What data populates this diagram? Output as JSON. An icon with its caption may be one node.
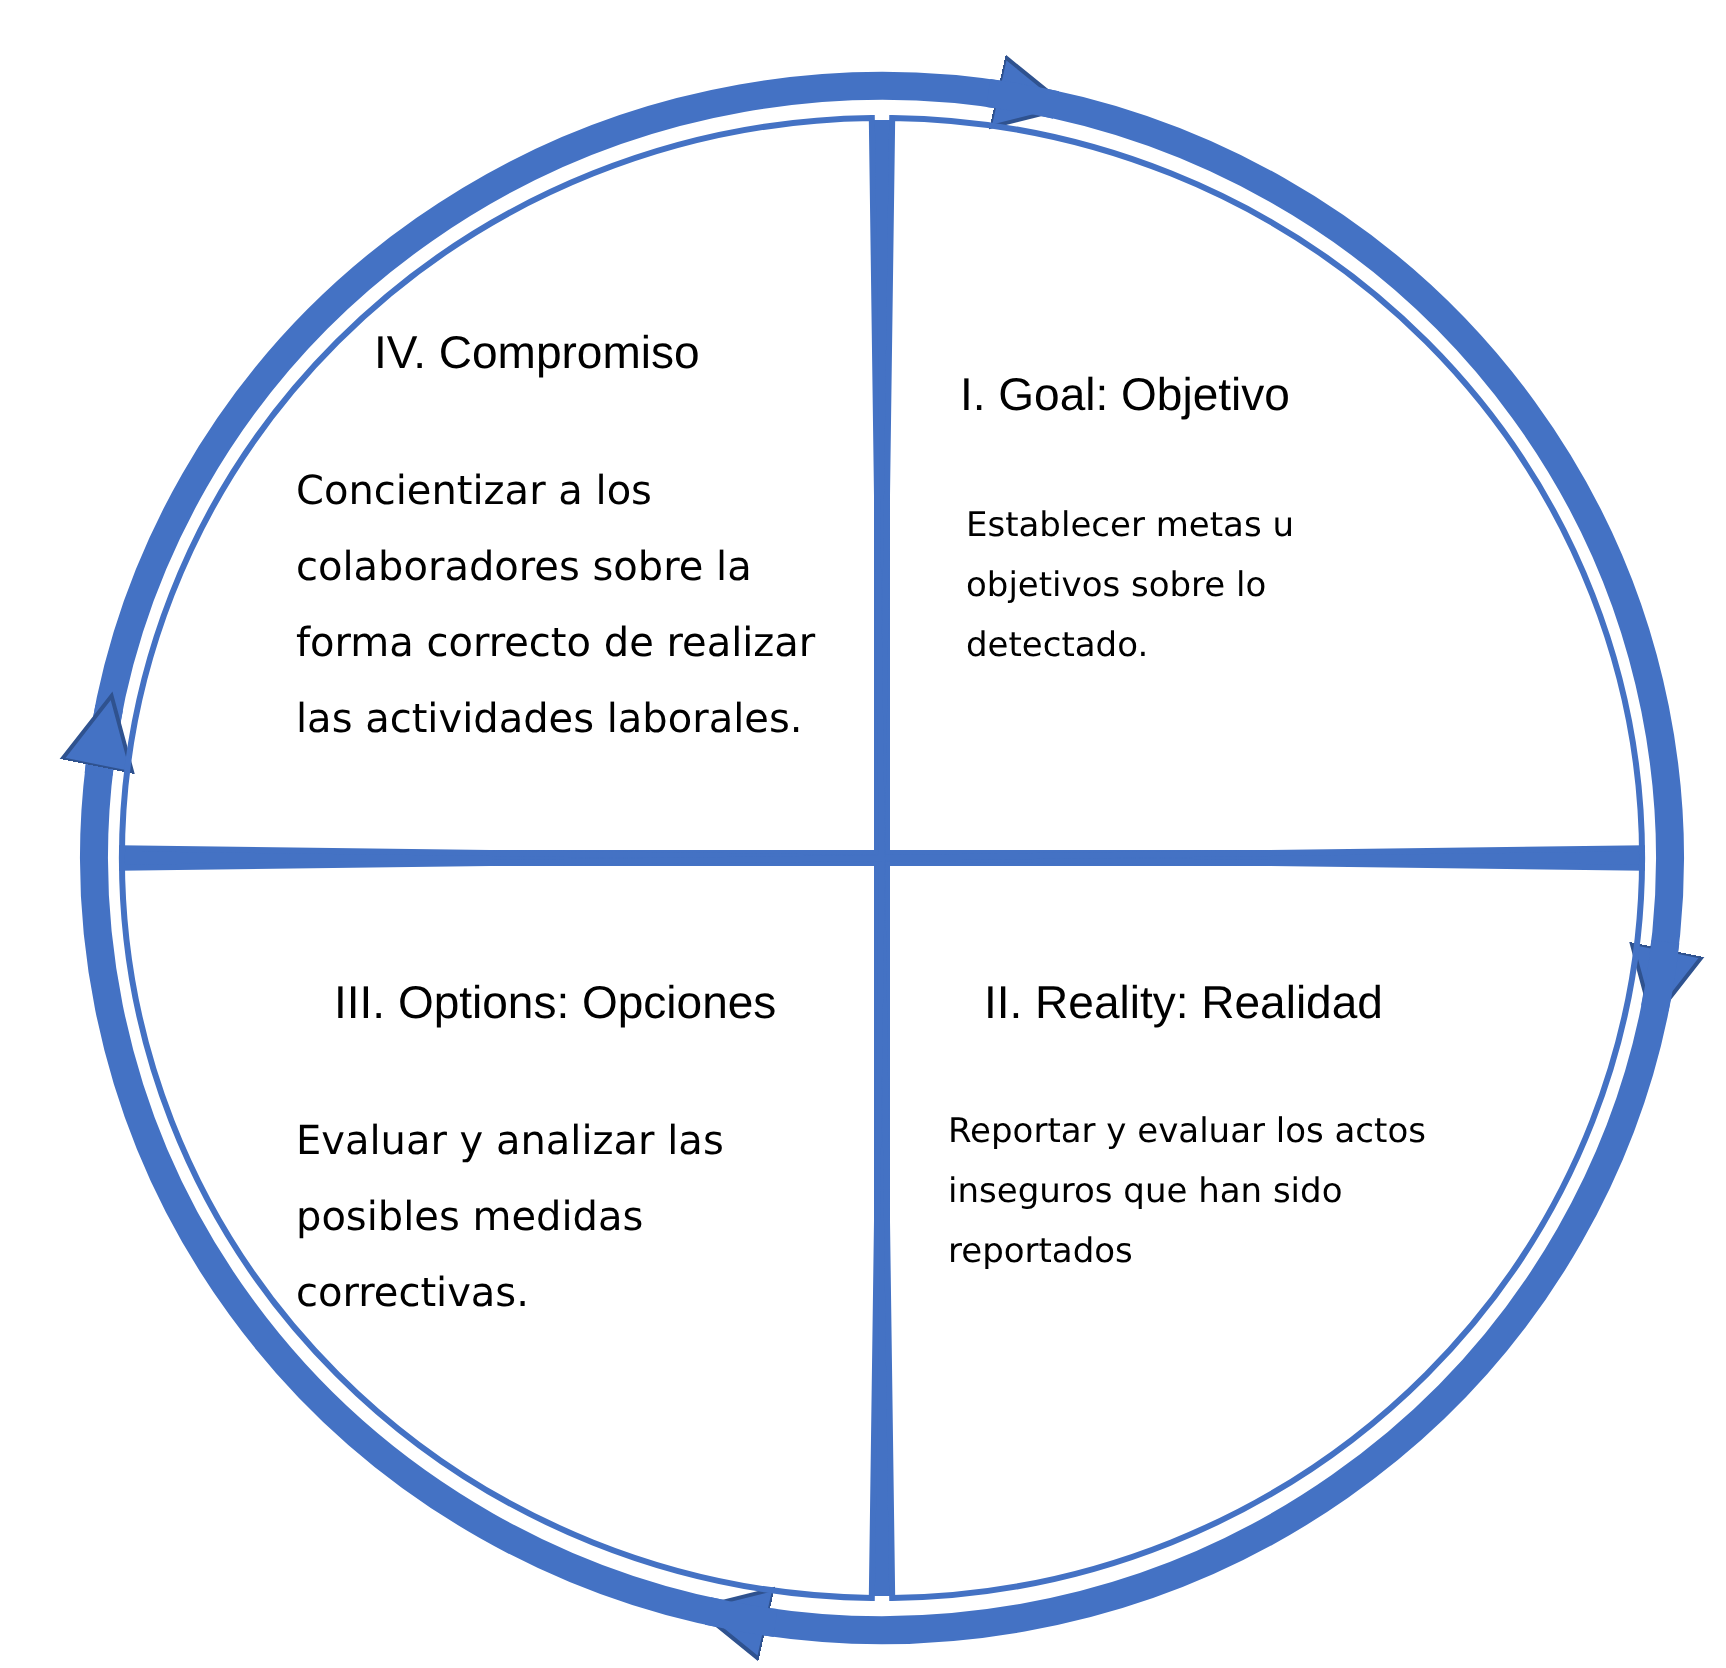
{
  "diagram": {
    "nodes": [
      {
        "text": [
          "I. Goal: Objetivo",
          "Establecer metas u objetivos sobre lo detectado."
        ]
      },
      {
        "text": [
          "II. Reality: Realidad",
          "Reportar y evaluar los actos inseguros que han sido reportados"
        ]
      },
      {
        "text": [
          "III. Options: Opciones",
          "Evaluar y analizar las posibles medidas correctivas."
        ]
      },
      {
        "text": [
          "IV. Compromiso",
          "Concientizar a los colaboradores sobre la forma correcto de realizar las actividades laborales."
        ]
      }
    ],
    "edges": [
      {
        "from": 3,
        "to": 0,
        "arrow": "to"
      },
      {
        "from": 0,
        "to": 1,
        "arrow": "to"
      },
      {
        "from": 1,
        "to": 2,
        "arrow": "to"
      },
      {
        "from": 2,
        "to": 3,
        "arrow": "to"
      }
    ]
  }
}
